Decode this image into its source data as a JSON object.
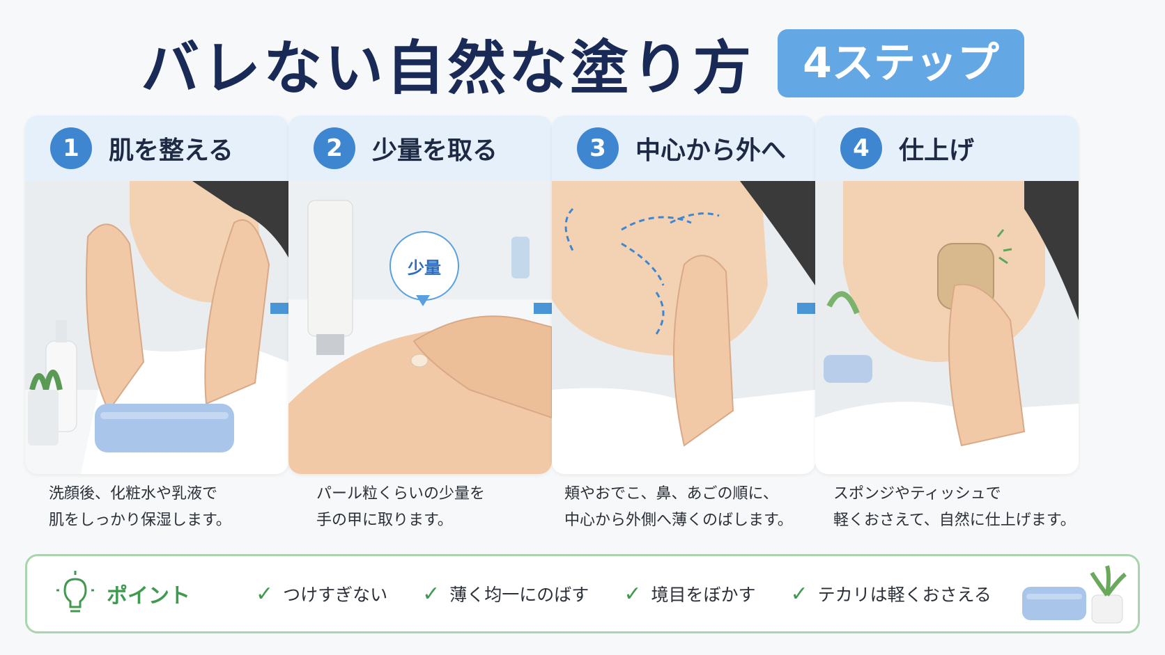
{
  "header": {
    "title": "バレない自然な塗り方",
    "badge": "4ステップ"
  },
  "steps": [
    {
      "number": "1",
      "title": "肌を整える",
      "desc_line1": "洗顔後、化粧水や乳液で",
      "desc_line2": "肌をしっかり保湿します。",
      "illustration": "face-with-hands-moisturizing"
    },
    {
      "number": "2",
      "title": "少量を取る",
      "desc_line1": "パール粒くらいの少量を",
      "desc_line2": "手の甲に取ります。",
      "illustration": "cream-on-back-of-hand",
      "bubble_label": "少量"
    },
    {
      "number": "3",
      "title": "中心から外へ",
      "desc_line1": "頬やおでこ、鼻、あごの順に、",
      "desc_line2": "中心から外側へ薄くのばします。",
      "illustration": "spreading-arrows-on-face"
    },
    {
      "number": "4",
      "title": "仕上げ",
      "desc_line1": "スポンジやティッシュで",
      "desc_line2": "軽くおさえて、自然に仕上げます。",
      "illustration": "sponge-pressing-cheek"
    }
  ],
  "points": {
    "label": "ポイント",
    "icon": "lightbulb-icon",
    "items": [
      "つけすぎない",
      "薄く均一にのばす",
      "境目をぼかす",
      "テカリは軽くおさえる"
    ]
  },
  "colors": {
    "title": "#1a2a57",
    "accent_blue": "#3f86d1",
    "badge_blue": "#63a8e5",
    "card_header": "#e6f0fa",
    "point_green": "#3f9a4f",
    "point_border": "#a9d4ad"
  }
}
